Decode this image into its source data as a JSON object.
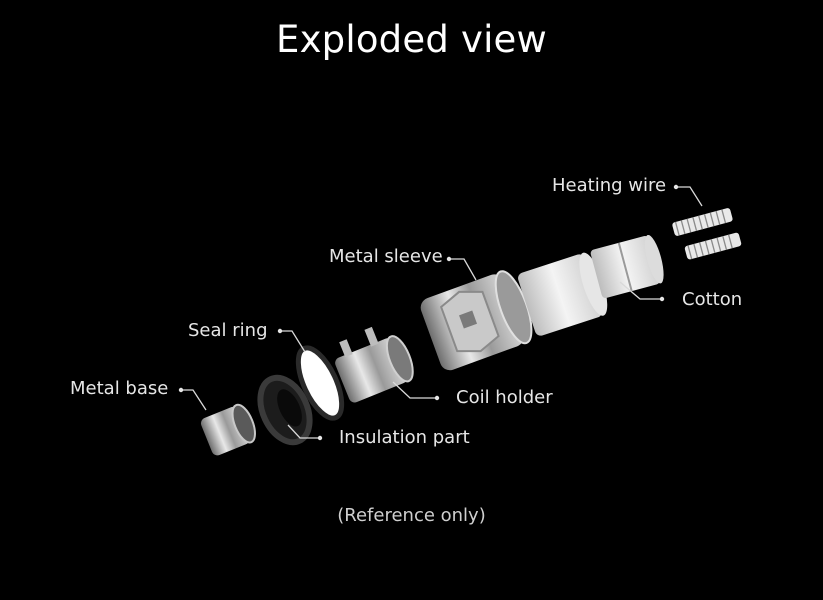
{
  "title": "Exploded view",
  "labels": {
    "heating_wire": "Heating wire",
    "metal_sleeve": "Metal sleeve",
    "cotton": "Cotton",
    "seal_ring": "Seal ring",
    "metal_base": "Metal base",
    "coil_holder": "Coil holder",
    "insulation_part": "Insulation part"
  },
  "footnote": "(Reference only)"
}
